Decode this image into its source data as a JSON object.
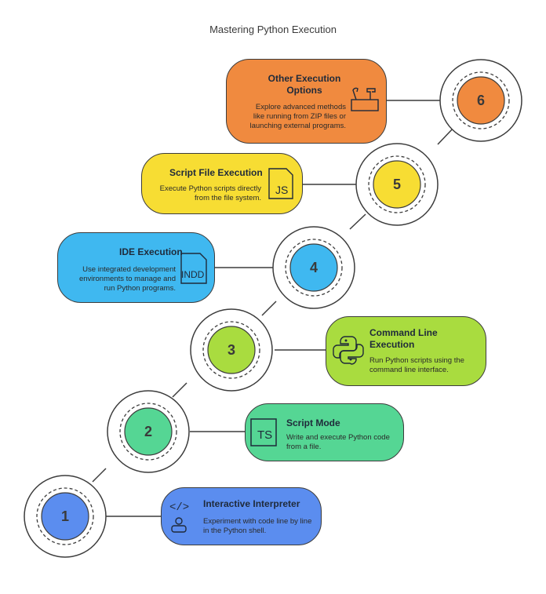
{
  "title": "Mastering Python Execution",
  "steps": [
    {
      "number": "1",
      "title": "Interactive Interpreter",
      "description": "Experiment with code line by line in the Python shell.",
      "color": "#5b8def",
      "icon": "code-person-icon"
    },
    {
      "number": "2",
      "title": "Script Mode",
      "description": "Write and execute Python code from a file.",
      "color": "#55d694",
      "icon": "ts-file-icon"
    },
    {
      "number": "3",
      "title": "Command Line Execution",
      "description": "Run Python scripts using the command line interface.",
      "color": "#a9dc3f",
      "icon": "python-logo-icon"
    },
    {
      "number": "4",
      "title": "IDE Execution",
      "description": "Use integrated development environments to manage and run Python programs.",
      "color": "#3fb8f0",
      "icon": "indd-file-icon"
    },
    {
      "number": "5",
      "title": "Script File Execution",
      "description": "Execute Python scripts directly from the file system.",
      "color": "#f7dd33",
      "icon": "js-file-icon"
    },
    {
      "number": "6",
      "title": "Other Execution Options",
      "description": "Explore advanced methods like running from ZIP files or launching external programs.",
      "color": "#f08a3f",
      "icon": "toolbox-icon"
    }
  ],
  "icon_labels": {
    "ts": "TS",
    "indd": "INDD",
    "js": "JS",
    "code": "</>"
  }
}
